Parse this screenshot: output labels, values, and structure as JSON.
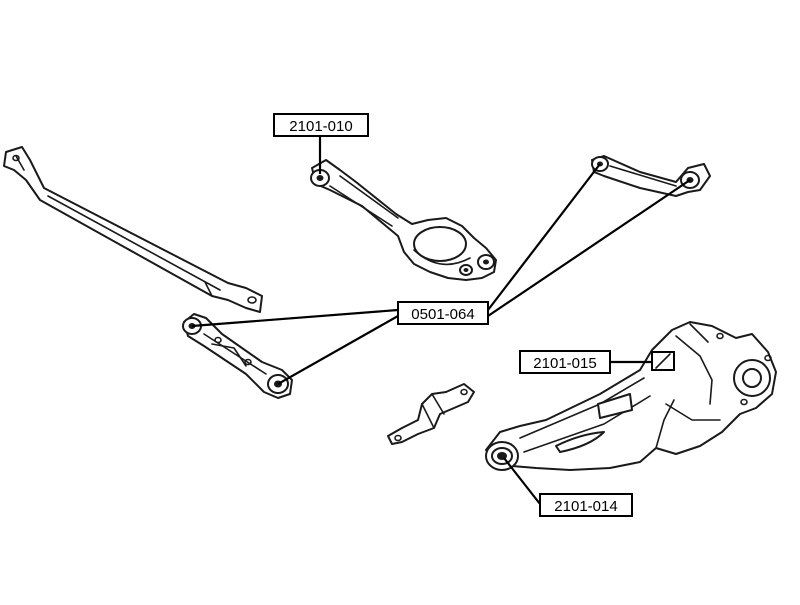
{
  "labels": {
    "part_2101_010": "2101-010",
    "part_0501_064": "0501-064",
    "part_2101_015": "2101-015",
    "part_2101_014": "2101-014"
  }
}
